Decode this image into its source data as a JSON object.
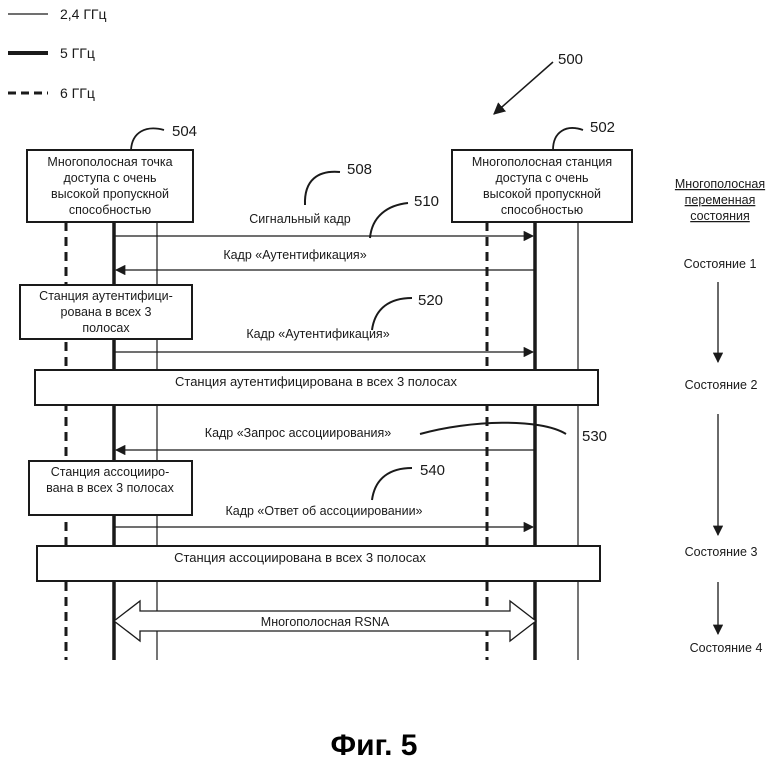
{
  "legend": [
    {
      "label": "2,4 ГГц",
      "style": "thin"
    },
    {
      "label": "5 ГГц",
      "style": "thick"
    },
    {
      "label": "6 ГГц",
      "style": "dashed"
    }
  ],
  "refs": {
    "figure": "500",
    "ap": "504",
    "sta": "502",
    "beacon": "508",
    "auth": "510",
    "auth2": "520",
    "assoc_req": "530",
    "assoc_resp": "540"
  },
  "ap_box": [
    "Многополосная точка",
    "доступа с очень",
    "высокой пропускной",
    "способностью"
  ],
  "sta_box": [
    "Многополосная станция",
    "доступа с очень",
    "высокой пропускной",
    "способностью"
  ],
  "state_column": {
    "header": [
      "Многополосная",
      "переменная",
      "состояния"
    ],
    "states": [
      "Состояние 1",
      "Состояние 2",
      "Состояние 3",
      "Состояние 4"
    ]
  },
  "messages": {
    "beacon": "Сигнальный кадр",
    "auth_1": "Кадр «Аутентификация»",
    "auth_2": "Кадр «Аутентификация»",
    "assoc_req": "Кадр «Запрос ассоциирования»",
    "assoc_resp": "Кадр «Ответ об ассоциировании»",
    "rsna": "Многополосная RSNA"
  },
  "notes": {
    "auth_note": [
      "Станция аутентифици-",
      "рована в всех 3",
      "полосах"
    ],
    "auth_bar": "Станция аутентифицирована в всех 3 полосах",
    "assoc_note": [
      "Станция ассоцииро-",
      "вана в всех 3 полосах"
    ],
    "assoc_bar": "Станция ассоциирована в всех 3 полосах"
  },
  "caption": "Фиг. 5"
}
